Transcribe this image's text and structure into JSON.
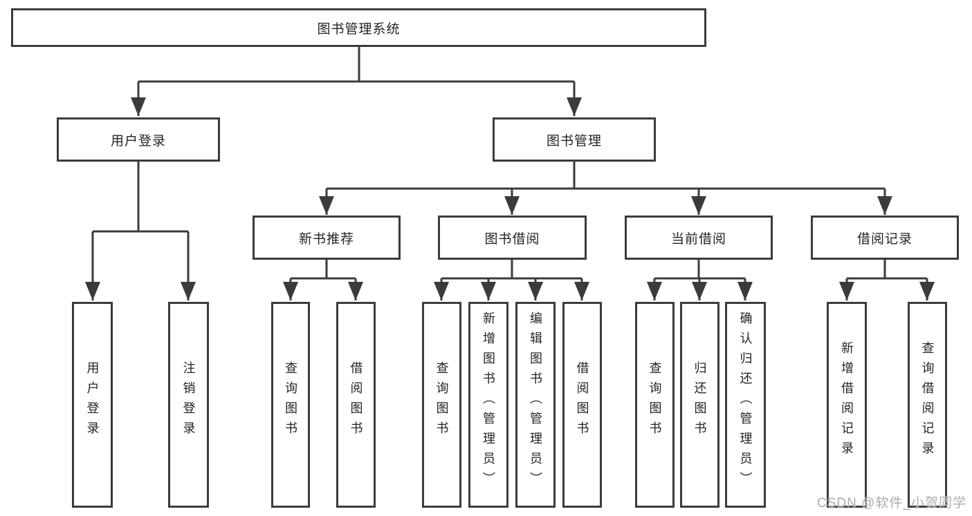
{
  "diagram_title": "图书管理系统",
  "tree": {
    "root": "图书管理系统",
    "l2_user_login": "用户登录",
    "l2_book_mgmt": "图书管理",
    "l3_new_books": "新书推荐",
    "l3_borrowing": "图书借阅",
    "l3_current": "当前借阅",
    "l3_records": "借阅记录",
    "leaf_login": "用户登录",
    "leaf_logout": "注销登录",
    "leaf_nb_query": "查询图书",
    "leaf_nb_borrow": "借阅图书",
    "leaf_bw_query": "查询图书",
    "leaf_bw_add": "新增图书（管理员）",
    "leaf_bw_edit": "编辑图书（管理员）",
    "leaf_bw_borrow": "借阅图书",
    "leaf_cur_query": "查询图书",
    "leaf_cur_return": "归还图书",
    "leaf_cur_confirm": "确认归还（管理员）",
    "leaf_rec_add": "新增借阅记录",
    "leaf_rec_query": "查询借阅记录"
  },
  "watermark": "CSDN @软件_小贺同学",
  "colors": {
    "line": "#3b3b3b",
    "box_border": "#3b3b3b",
    "box_fill": "#ffffff",
    "text": "#232323",
    "watermark": "#ababab",
    "background": "#ffffff"
  }
}
